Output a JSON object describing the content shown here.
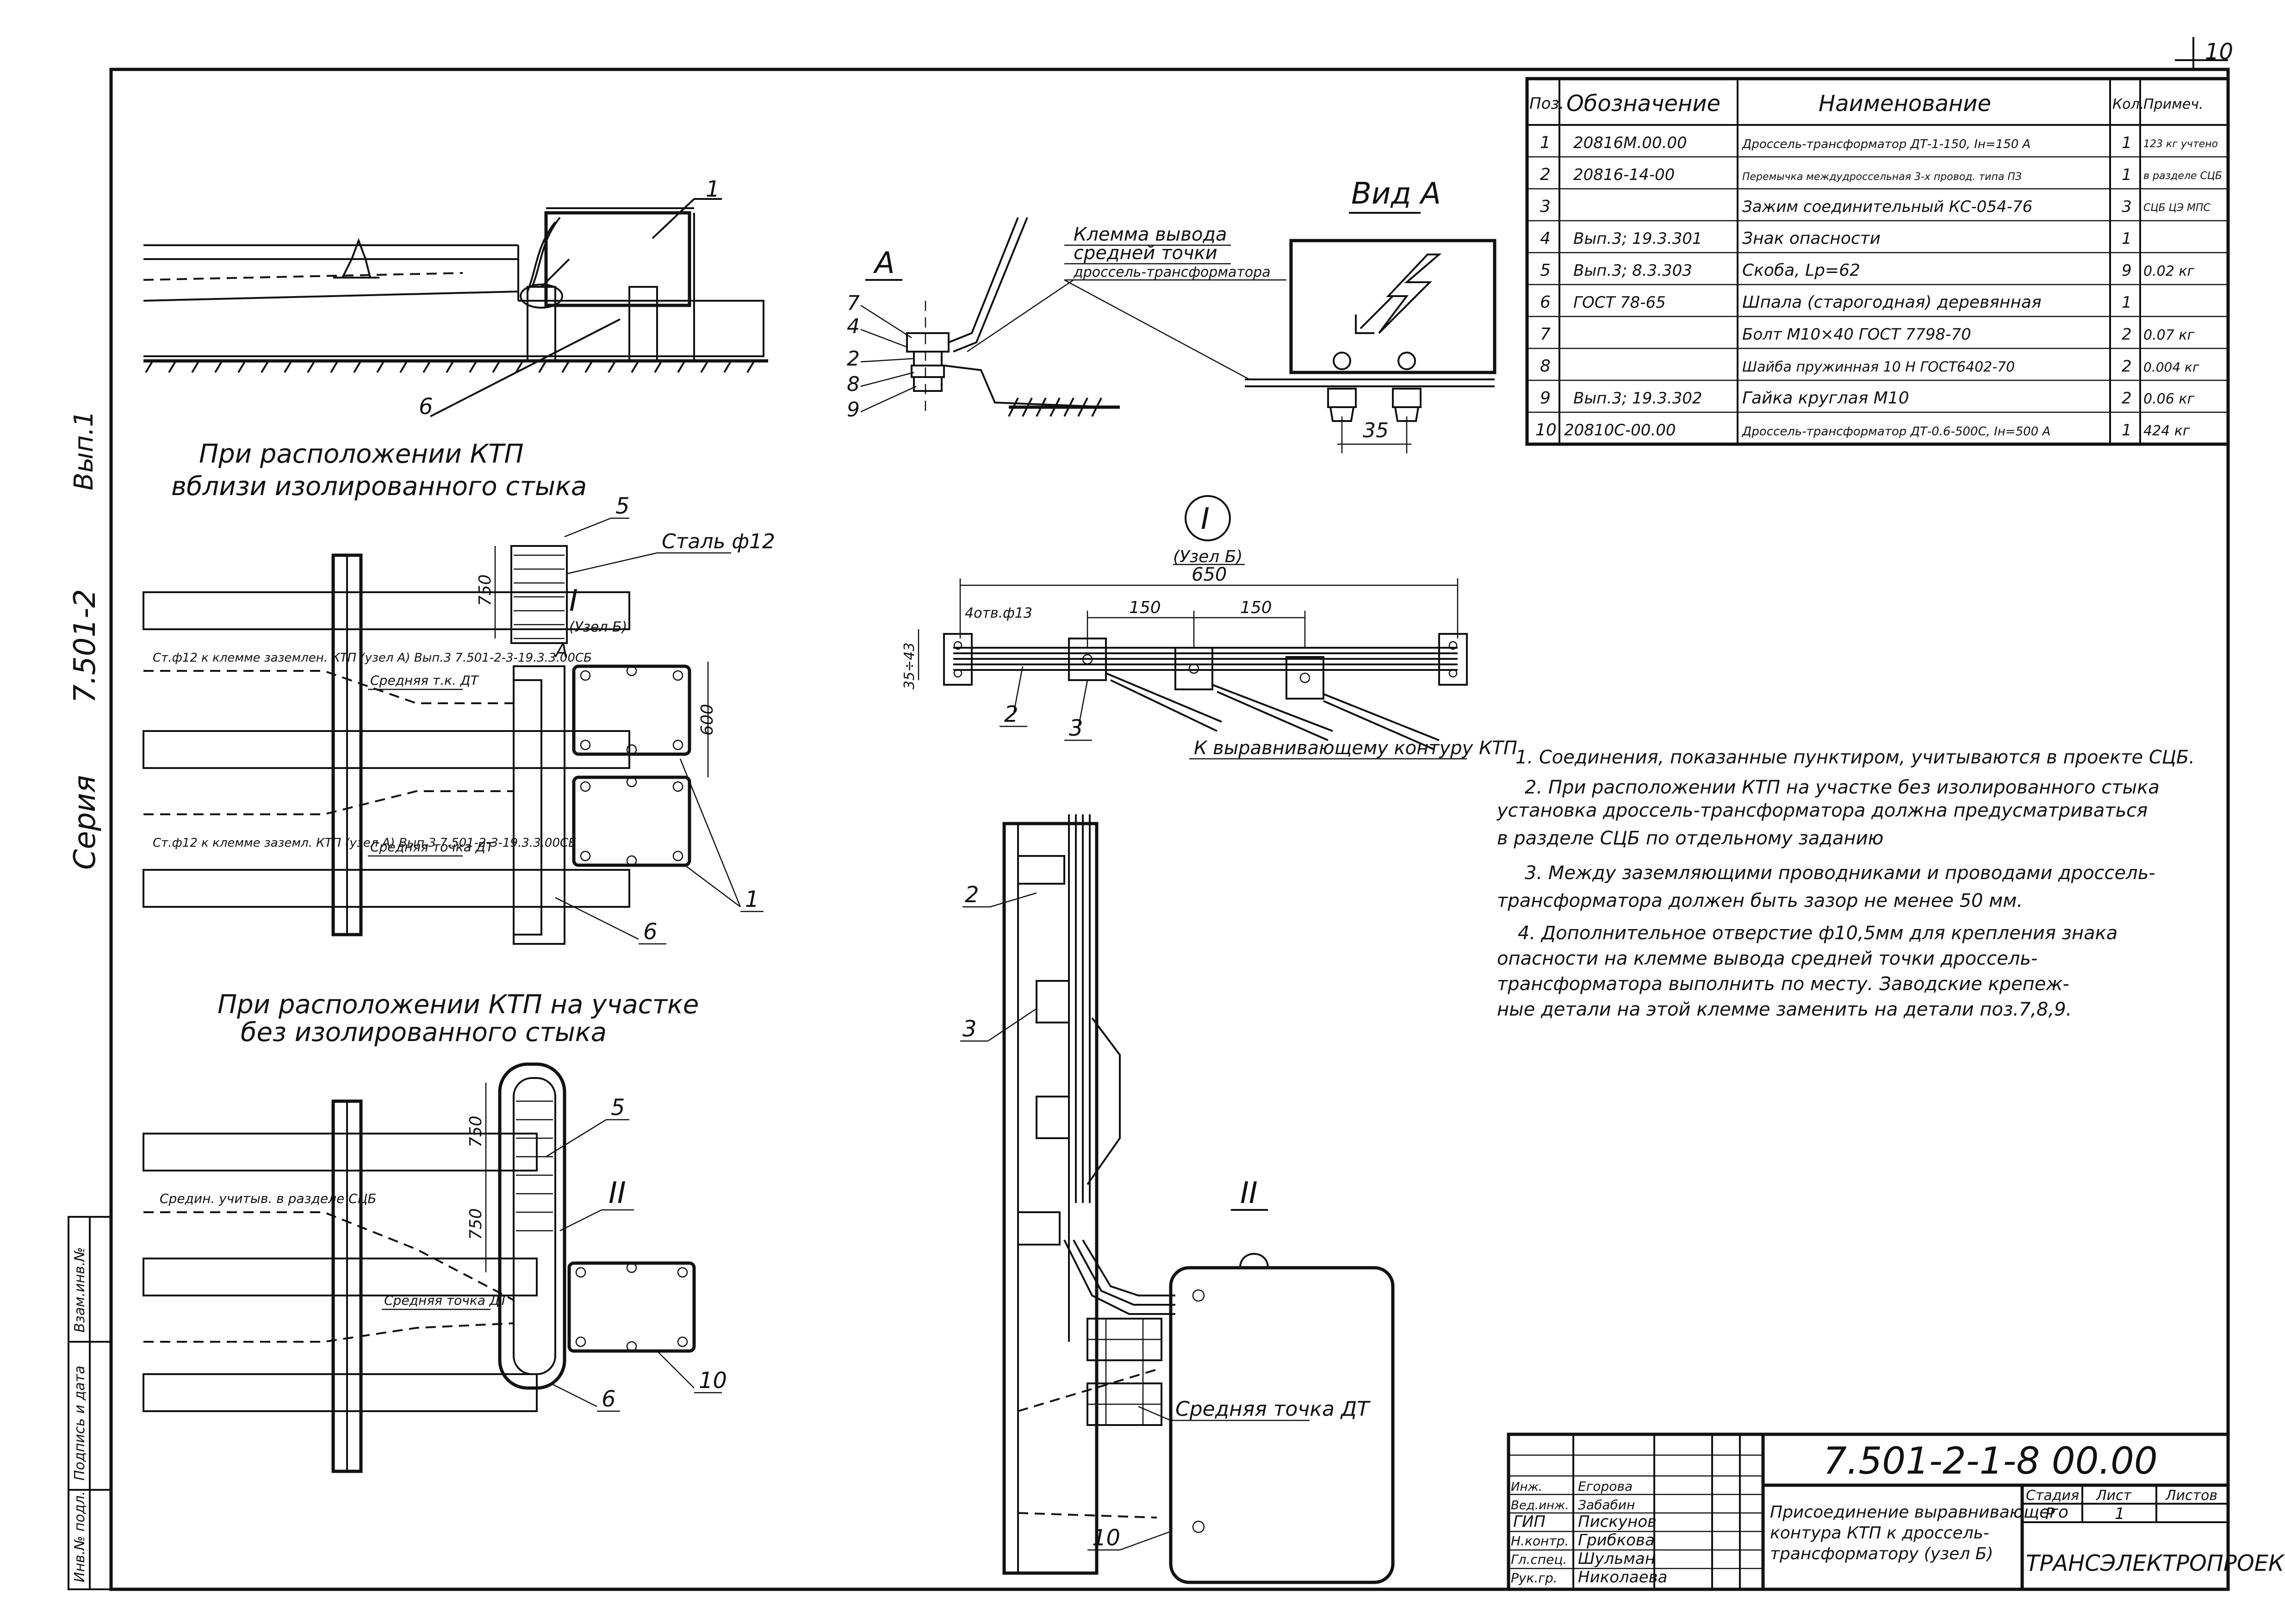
{
  "sheet": {
    "page_number": "10",
    "side_labels": {
      "series_label": "Серия",
      "series_value": "7.501-2",
      "issue_label": "Вып.1"
    },
    "stamp_column": [
      "Инв.№ подл.",
      "Подпись и дата",
      "Взам.инв.№"
    ]
  },
  "spec_table": {
    "headers": [
      "Поз.",
      "Обозначение",
      "Наименование",
      "Кол.",
      "Примеч."
    ],
    "rows": [
      [
        "1",
        "20816М.00.00",
        "Дроссель-трансформатор ДТ-1-150, Iн=150 А",
        "1",
        "123 кг учтено"
      ],
      [
        "2",
        "20816-14-00",
        "Перемычка междудроссельная 3-х провод. типа ПЗ",
        "1",
        "в разделе СЦБ"
      ],
      [
        "3",
        "",
        "Зажим соединительный КС-054-76",
        "3",
        "СЦБ ЦЭ МПС"
      ],
      [
        "4",
        "Вып.3; 19.3.301",
        "Знак опасности",
        "1",
        ""
      ],
      [
        "5",
        "Вып.3; 8.3.303",
        "Скоба, Lр=62",
        "9",
        "0.02 кг"
      ],
      [
        "6",
        "ГОСТ 78-65",
        "Шпала (старогодная) деревянная",
        "1",
        ""
      ],
      [
        "7",
        "",
        "Болт М10×40 ГОСТ 7798-70",
        "2",
        "0.07 кг"
      ],
      [
        "8",
        "",
        "Шайба пружинная 10 Н ГОСТ6402-70",
        "2",
        "0.004 кг"
      ],
      [
        "9",
        "Вып.3; 19.3.302",
        "Гайка круглая М10",
        "2",
        "0.06 кг"
      ],
      [
        "10",
        "20810С-00.00",
        "Дроссель-трансформатор ДТ-0.6-500С, Iн=500 А",
        "1",
        "424 кг"
      ]
    ]
  },
  "views": {
    "view_a_title": "Вид А",
    "clamp_label": [
      "Клемма вывода",
      "средней точки",
      "дроссель-трансформатора"
    ],
    "section_a_mark": "А",
    "dim_35": "35",
    "node_b_title": "I",
    "node_b_caption": "(Узел Б)",
    "dim_650": "650",
    "dim_150a": "150",
    "dim_150b": "150",
    "holes_note": "4отв.ф13",
    "dim_35_43": "35÷43",
    "to_contour": "К выравнивающему контуру КТП",
    "view_ii_mark": "II",
    "middle_point": "Средняя точка ДТ",
    "dim_750": "750",
    "dim_600": "600",
    "steel_label": "Сталь ф12",
    "note_a1": "Ст.ф12 к клемме заземлен. КТП (узел А) Вып.3 7.501-2-3-19.3.3.00СБ",
    "note_a2": "Ст.ф12 к клемме заземл. КТП (узел А) Вып.3 7.501-2-3-19.3.3.00СБ",
    "mid_dt_short": "Средняя т.к. ДТ",
    "mid_dt_short2": "Средняя точка ДТ",
    "note_sidb": "Средин. учитыв. в разделе СЦБ",
    "mid_dt_3": "Средняя точка ДТ",
    "node_b_mark": "I",
    "node_b_mark_caption": "(Узел Б)",
    "mark_a": "А",
    "caption_1": [
      "При расположении КТП",
      "вблизи изолированного стыка"
    ],
    "caption_2": [
      "При расположении КТП на участке",
      "без изолированного стыка"
    ],
    "callouts": [
      "1",
      "2",
      "3",
      "4",
      "5",
      "6",
      "7",
      "8",
      "9",
      "10"
    ]
  },
  "notes": [
    "1. Соединения, показанные пунктиром, учитываются в проекте СЦБ.",
    "2. При расположении КТП на участке без изолированного стыка установка дроссель-трансформатора должна предусматриваться в разделе СЦБ по отдельному заданию.",
    "3. Между заземляющими проводниками и проводами дроссель-трансформатора должен быть зазор не менее 50 мм.",
    "4. Дополнительное отверстие ф10,5мм для крепления знака опасности на клемме вывода средней точки дроссель-трансформатора выполнить по месту. Заводские крепежные детали на этой клемме заменить на детали поз.7,8,9."
  ],
  "notes_lines": [
    "1. Соединения, показанные пунктиром, учитываются в проекте СЦБ.",
    "2. При расположении КТП на участке без изолированного стыка",
    "установка   дроссель-трансформатора  должна предусматриваться",
    "в разделе  СЦБ   по отдельному заданию",
    "3. Между заземляющими проводниками и проводами дроссель-",
    "трансформатора должен быть зазор не менее 50 мм.",
    "4. Дополнительное отверстие ф10,5мм для крепления знака",
    "опасности на клемме вывода средней точки дроссель-",
    "трансформатора выполнить по месту. Заводские крепеж-",
    "ные детали на этой клемме заменить на детали поз.7,8,9."
  ],
  "title_block": {
    "doc_code": "7.501-2-1-8 00.00",
    "title": [
      "Присоединение выравнивающего",
      "контура КТП к дроссель-",
      "трансформатору (узел Б)"
    ],
    "stage_header": "Стадия",
    "sheet_header": "Лист",
    "sheets_header": "Листов",
    "stage_value": "Р",
    "sheet_value": "1",
    "org": "ТРАНСЭЛЕКТРОПРОЕКТ",
    "signers": [
      [
        "ГИП",
        "Пискунов"
      ],
      [
        "Н.контр.",
        "Грибкова"
      ],
      [
        "Гл.спец.",
        "Шульман"
      ],
      [
        "Рук.гр.",
        "Николаева"
      ],
      [
        "Вед.инж.",
        "Забабин"
      ],
      [
        "Инж.",
        "Егорова"
      ]
    ]
  }
}
